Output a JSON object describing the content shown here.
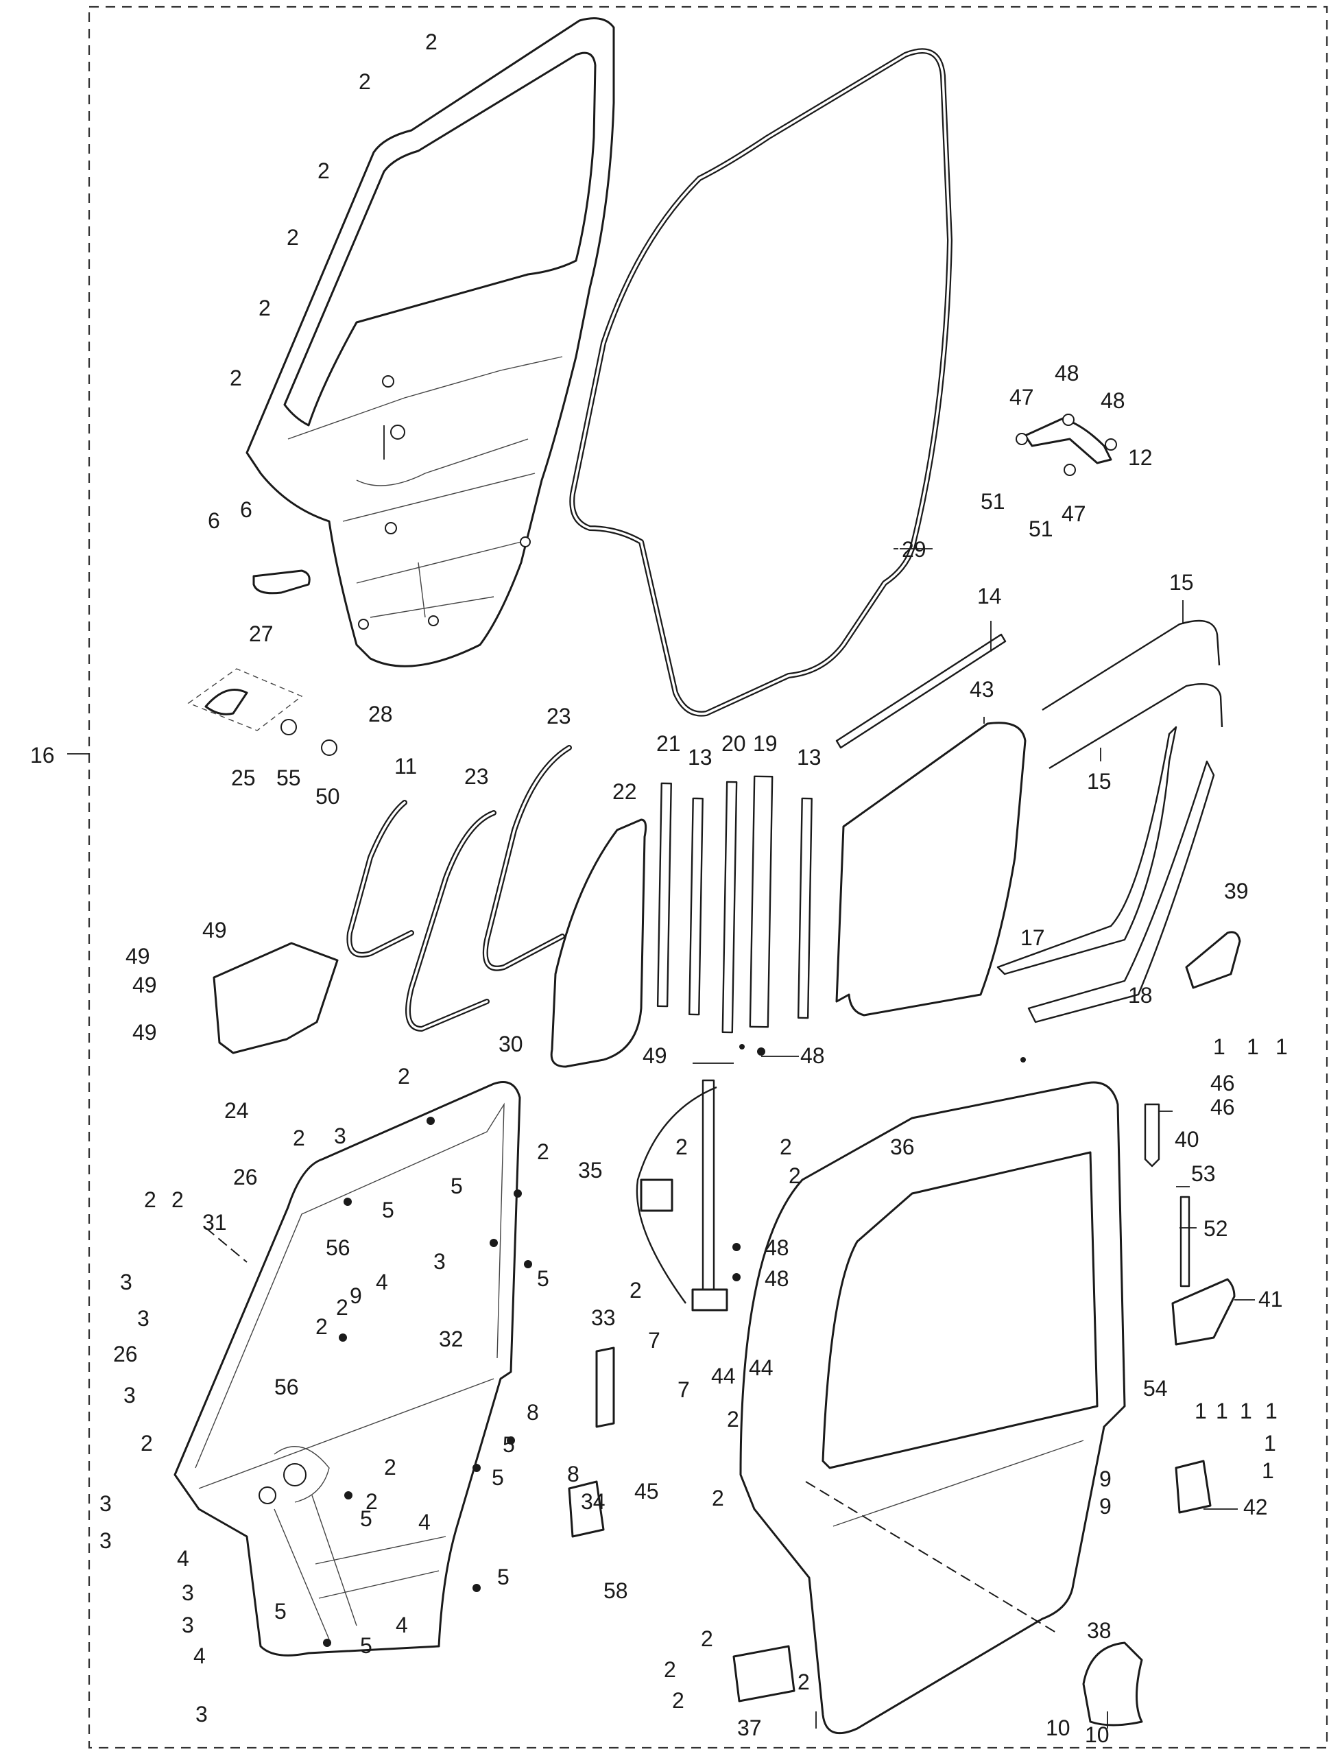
{
  "diagram": {
    "type": "exploded-parts-diagram",
    "assembly_callout": "16",
    "callouts": [
      {
        "id": "c-2-a",
        "text": "2"
      },
      {
        "id": "c-2-b",
        "text": "2"
      },
      {
        "id": "c-2-c",
        "text": "2"
      },
      {
        "id": "c-2-d",
        "text": "2"
      },
      {
        "id": "c-2-e",
        "text": "2"
      },
      {
        "id": "c-2-f",
        "text": "2"
      },
      {
        "id": "c-6-a",
        "text": "6"
      },
      {
        "id": "c-6-b",
        "text": "6"
      },
      {
        "id": "c-27",
        "text": "27"
      },
      {
        "id": "c-28",
        "text": "28"
      },
      {
        "id": "c-29",
        "text": "29"
      },
      {
        "id": "c-25",
        "text": "25"
      },
      {
        "id": "c-55",
        "text": "55"
      },
      {
        "id": "c-50",
        "text": "50"
      },
      {
        "id": "c-47-a",
        "text": "47"
      },
      {
        "id": "c-48-a",
        "text": "48"
      },
      {
        "id": "c-48-b",
        "text": "48"
      },
      {
        "id": "c-12",
        "text": "12"
      },
      {
        "id": "c-51-a",
        "text": "51"
      },
      {
        "id": "c-51-b",
        "text": "51"
      },
      {
        "id": "c-47-b",
        "text": "47"
      },
      {
        "id": "c-14",
        "text": "14"
      },
      {
        "id": "c-15-a",
        "text": "15"
      },
      {
        "id": "c-15-b",
        "text": "15"
      },
      {
        "id": "c-43",
        "text": "43"
      },
      {
        "id": "c-23-a",
        "text": "23"
      },
      {
        "id": "c-11",
        "text": "11"
      },
      {
        "id": "c-23-b",
        "text": "23"
      },
      {
        "id": "c-21",
        "text": "21"
      },
      {
        "id": "c-13-a",
        "text": "13"
      },
      {
        "id": "c-20",
        "text": "20"
      },
      {
        "id": "c-19",
        "text": "19"
      },
      {
        "id": "c-13-b",
        "text": "13"
      },
      {
        "id": "c-22",
        "text": "22"
      },
      {
        "id": "c-17",
        "text": "17"
      },
      {
        "id": "c-18",
        "text": "18"
      },
      {
        "id": "c-39",
        "text": "39"
      },
      {
        "id": "c-1-a",
        "text": "1"
      },
      {
        "id": "c-1-b",
        "text": "1"
      },
      {
        "id": "c-1-c",
        "text": "1"
      },
      {
        "id": "c-49-a",
        "text": "49"
      },
      {
        "id": "c-49-b",
        "text": "49"
      },
      {
        "id": "c-49-c",
        "text": "49"
      },
      {
        "id": "c-49-d",
        "text": "49"
      },
      {
        "id": "c-24",
        "text": "24"
      },
      {
        "id": "c-49-e",
        "text": "49"
      },
      {
        "id": "c-48-c",
        "text": "48"
      },
      {
        "id": "c-30",
        "text": "30"
      },
      {
        "id": "c-2-g",
        "text": "2"
      },
      {
        "id": "c-3-a",
        "text": "3"
      },
      {
        "id": "c-5-a",
        "text": "5"
      },
      {
        "id": "c-2-h",
        "text": "2"
      },
      {
        "id": "c-26-a",
        "text": "26"
      },
      {
        "id": "c-5-b",
        "text": "5"
      },
      {
        "id": "c-2-i",
        "text": "2"
      },
      {
        "id": "c-2-j",
        "text": "2"
      },
      {
        "id": "c-2-k",
        "text": "2"
      },
      {
        "id": "c-31",
        "text": "31"
      },
      {
        "id": "c-56-a",
        "text": "56"
      },
      {
        "id": "c-3-b",
        "text": "3"
      },
      {
        "id": "c-5-c",
        "text": "5"
      },
      {
        "id": "c-3-c",
        "text": "3"
      },
      {
        "id": "c-3-d",
        "text": "3"
      },
      {
        "id": "c-9-a",
        "text": "9"
      },
      {
        "id": "c-4-a",
        "text": "4"
      },
      {
        "id": "c-2-l",
        "text": "2"
      },
      {
        "id": "c-2-m",
        "text": "2"
      },
      {
        "id": "c-32",
        "text": "32"
      },
      {
        "id": "c-26-b",
        "text": "26"
      },
      {
        "id": "c-56-b",
        "text": "56"
      },
      {
        "id": "c-3-e",
        "text": "3"
      },
      {
        "id": "c-2-n",
        "text": "2"
      },
      {
        "id": "c-5-d",
        "text": "5"
      },
      {
        "id": "c-2-o",
        "text": "2"
      },
      {
        "id": "c-5-e",
        "text": "5"
      },
      {
        "id": "c-3-f",
        "text": "3"
      },
      {
        "id": "c-2-p",
        "text": "2"
      },
      {
        "id": "c-3-g",
        "text": "3"
      },
      {
        "id": "c-5-f",
        "text": "5"
      },
      {
        "id": "c-4-b",
        "text": "4"
      },
      {
        "id": "c-4-c",
        "text": "4"
      },
      {
        "id": "c-5-g",
        "text": "5"
      },
      {
        "id": "c-5-h",
        "text": "5"
      },
      {
        "id": "c-3-h",
        "text": "3"
      },
      {
        "id": "c-3-i",
        "text": "3"
      },
      {
        "id": "c-4-d",
        "text": "4"
      },
      {
        "id": "c-4-e",
        "text": "4"
      },
      {
        "id": "c-5-i",
        "text": "5"
      },
      {
        "id": "c-3-j",
        "text": "3"
      },
      {
        "id": "c-35",
        "text": "35"
      },
      {
        "id": "c-2-q",
        "text": "2"
      },
      {
        "id": "c-2-r",
        "text": "2"
      },
      {
        "id": "c-2-s",
        "text": "2"
      },
      {
        "id": "c-48-d",
        "text": "48"
      },
      {
        "id": "c-48-e",
        "text": "48"
      },
      {
        "id": "c-2-t",
        "text": "2"
      },
      {
        "id": "c-44-a",
        "text": "44"
      },
      {
        "id": "c-44-b",
        "text": "44"
      },
      {
        "id": "c-33",
        "text": "33"
      },
      {
        "id": "c-7-a",
        "text": "7"
      },
      {
        "id": "c-7-b",
        "text": "7"
      },
      {
        "id": "c-8-a",
        "text": "8"
      },
      {
        "id": "c-8-b",
        "text": "8"
      },
      {
        "id": "c-34",
        "text": "34"
      },
      {
        "id": "c-45",
        "text": "45"
      },
      {
        "id": "c-58",
        "text": "58"
      },
      {
        "id": "c-2-u",
        "text": "2"
      },
      {
        "id": "c-2-v",
        "text": "2"
      },
      {
        "id": "c-2-w",
        "text": "2"
      },
      {
        "id": "c-2-x",
        "text": "2"
      },
      {
        "id": "c-2-y",
        "text": "2"
      },
      {
        "id": "c-37",
        "text": "37"
      },
      {
        "id": "c-2-z",
        "text": "2"
      },
      {
        "id": "c-36",
        "text": "36"
      },
      {
        "id": "c-46-a",
        "text": "46"
      },
      {
        "id": "c-46-b",
        "text": "46"
      },
      {
        "id": "c-40",
        "text": "40"
      },
      {
        "id": "c-53",
        "text": "53"
      },
      {
        "id": "c-52",
        "text": "52"
      },
      {
        "id": "c-41",
        "text": "41"
      },
      {
        "id": "c-1-d",
        "text": "1"
      },
      {
        "id": "c-1-e",
        "text": "1"
      },
      {
        "id": "c-1-f",
        "text": "1"
      },
      {
        "id": "c-1-g",
        "text": "1"
      },
      {
        "id": "c-54",
        "text": "54"
      },
      {
        "id": "c-1-h",
        "text": "1"
      },
      {
        "id": "c-1-i",
        "text": "1"
      },
      {
        "id": "c-9-b",
        "text": "9"
      },
      {
        "id": "c-9-c",
        "text": "9"
      },
      {
        "id": "c-42",
        "text": "42"
      },
      {
        "id": "c-38",
        "text": "38"
      },
      {
        "id": "c-10-a",
        "text": "10"
      },
      {
        "id": "c-10-b",
        "text": "10"
      }
    ]
  }
}
